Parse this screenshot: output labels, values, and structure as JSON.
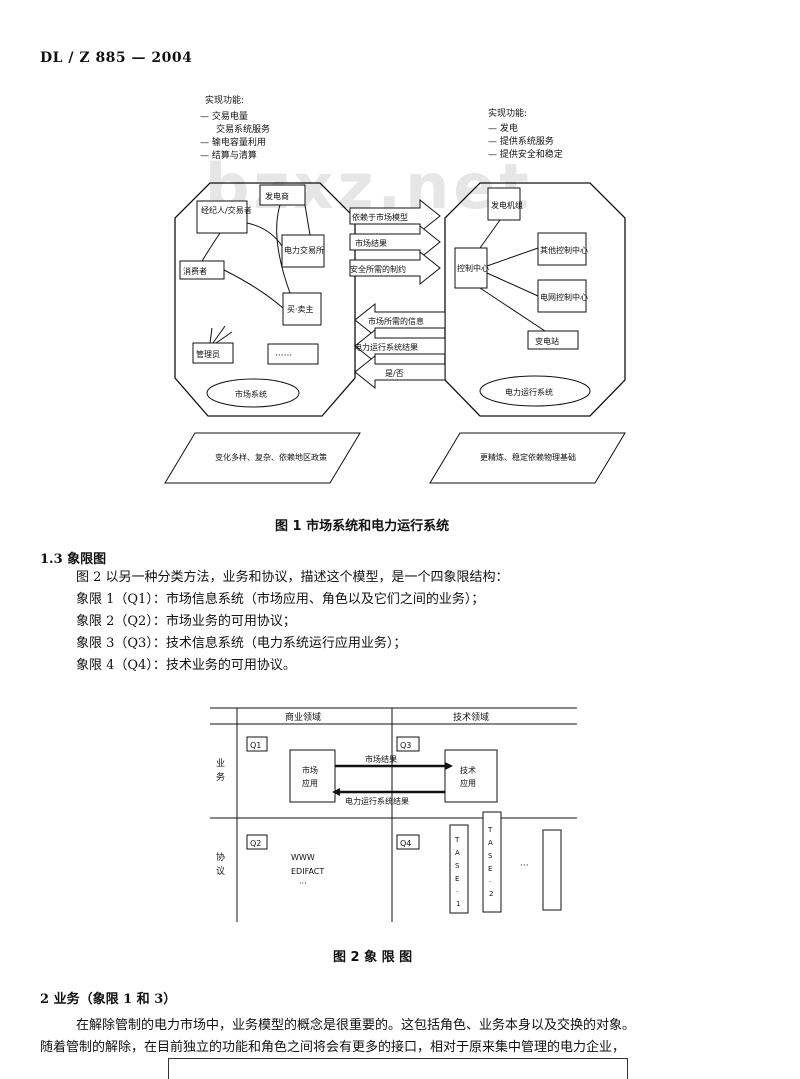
{
  "header": {
    "doc_code": "DL / Z 885 — 2004"
  },
  "watermark": "bzxz.net",
  "figure1": {
    "left_functions_title": "实现功能:",
    "left_functions": [
      "— 交易电量",
      "交易系统服务",
      "— 输电容量利用",
      "— 结算与清算"
    ],
    "right_functions_title": "实现功能:",
    "right_functions": [
      "— 发电",
      "— 提供系统服务",
      "— 提供安全和稳定"
    ],
    "left_nodes": {
      "broker": "经纪人/交易者",
      "generator": "发电商",
      "exchange": "电力交易所",
      "consumer": "消费者",
      "buyer_seller": "买·卖主",
      "regulator": "管理员",
      "dots": "······",
      "market_system": "市场系统"
    },
    "right_nodes": {
      "gen_unit": "发电机组",
      "control_center": "控制中心",
      "other_control": "其他控制中心",
      "grid_control": "电网控制中心",
      "substation": "变电站",
      "power_system": "电力运行系统"
    },
    "arrows_right": [
      "依赖于市场模型",
      "市场结果",
      "安全所需的制约"
    ],
    "arrows_left": [
      "市场所需的信息",
      "电力运行系统结果",
      "是/否"
    ],
    "left_base": "变化多样、复杂、依赖地区政策",
    "right_base": "更精炼、稳定依赖物理基础",
    "caption": "图 1    市场系统和电力运行系统"
  },
  "section_1_3": {
    "heading": "1.3  象限图",
    "lines": [
      "图 2 以另一种分类方法，业务和协议，描述这个模型，是一个四象限结构：",
      "象限 1（Q1）：市场信息系统（市场应用、角色以及它们之间的业务）；",
      "象限 2（Q2）：市场业务的可用协议；",
      "象限 3（Q3）：技术信息系统（电力系统运行应用业务）；",
      "象限 4（Q4）：技术业务的可用协议。"
    ]
  },
  "figure2": {
    "col_business": "商业领域",
    "col_technical": "技术领域",
    "row_business": "业务",
    "row_protocol": "协议",
    "q1": "Q1",
    "q2": "Q2",
    "q3": "Q3",
    "q4": "Q4",
    "market_app": "市场应用",
    "tech_app": "技术应用",
    "market_result": "市场结果",
    "power_result": "电力运行系统结果",
    "q2_lines": [
      "WWW",
      "EDIFACT",
      "···"
    ],
    "tase1": "TASE·1",
    "tase2": "TASE·2",
    "dots": "···",
    "caption": "图 2   象   限   图"
  },
  "section_2": {
    "heading": "2  业务（象限 1 和 3）",
    "lines": [
      "在解除管制的电力市场中，业务模型的概念是很重要的。这包括角色、业务本身以及交换的对象。",
      "随着管制的解除，在目前独立的功能和角色之间将会有更多的接口，相对于原来集中管理的电力企业，"
    ]
  }
}
